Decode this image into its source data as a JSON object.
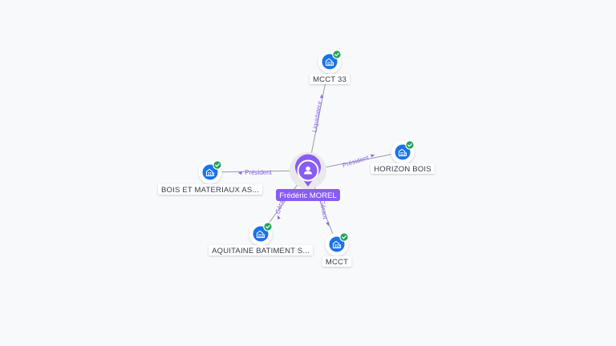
{
  "colors": {
    "person": "#8a5cf6",
    "company": "#1a73e8",
    "check": "#22a35a",
    "edge_label": "#8a68e8"
  },
  "center": {
    "label": "Frédéric MOREL",
    "icon": "person-icon"
  },
  "nodes": [
    {
      "id": "mcct33",
      "label": "MCCT 33",
      "icon": "company-building-icon",
      "verified": true
    },
    {
      "id": "horizon",
      "label": "HORIZON BOIS",
      "icon": "company-building-icon",
      "verified": true
    },
    {
      "id": "bois",
      "label": "BOIS ET MATERIAUX AS...",
      "icon": "company-building-icon",
      "verified": true
    },
    {
      "id": "aquitaine",
      "label": "AQUITAINE BATIMENT S...",
      "icon": "company-building-icon",
      "verified": true
    },
    {
      "id": "mcct",
      "label": "MCCT",
      "icon": "company-building-icon",
      "verified": true
    }
  ],
  "edges": [
    {
      "to": "mcct33",
      "label": "Liquidateur"
    },
    {
      "to": "horizon",
      "label": "Président"
    },
    {
      "to": "bois",
      "label": "Président"
    },
    {
      "to": "aquitaine",
      "label": "Gérant"
    },
    {
      "to": "mcct",
      "label": "Gérant"
    }
  ]
}
